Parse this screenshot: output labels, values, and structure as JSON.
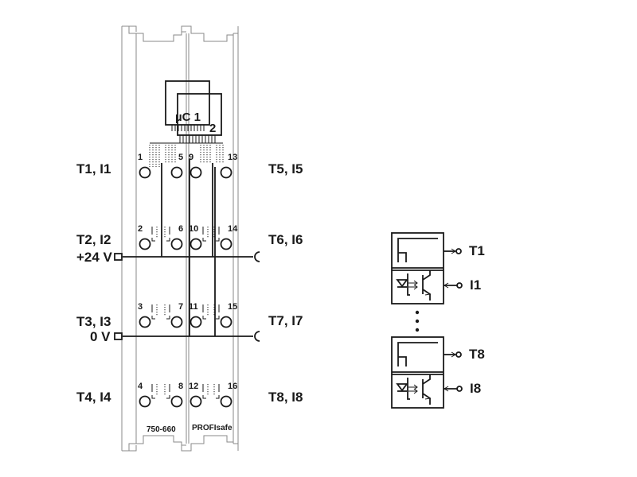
{
  "module": {
    "part_number": "750-660",
    "product": "PROFIsafe",
    "mcu1_label": "µC 1",
    "mcu2_label": "2"
  },
  "left_labels": [
    "T1, I1",
    "T2, I2",
    "+24 V",
    "T3, I3",
    "0 V",
    "T4, I4"
  ],
  "right_labels": [
    "T5, I5",
    "T6, I6",
    "T7, I7",
    "T8, I8"
  ],
  "terminals": [
    "1",
    "2",
    "3",
    "4",
    "5",
    "6",
    "7",
    "8",
    "9",
    "10",
    "11",
    "12",
    "13",
    "14",
    "15",
    "16"
  ],
  "channel_schematic": {
    "outputs": [
      "T1",
      "T8"
    ],
    "inputs": [
      "I1",
      "I8"
    ]
  }
}
